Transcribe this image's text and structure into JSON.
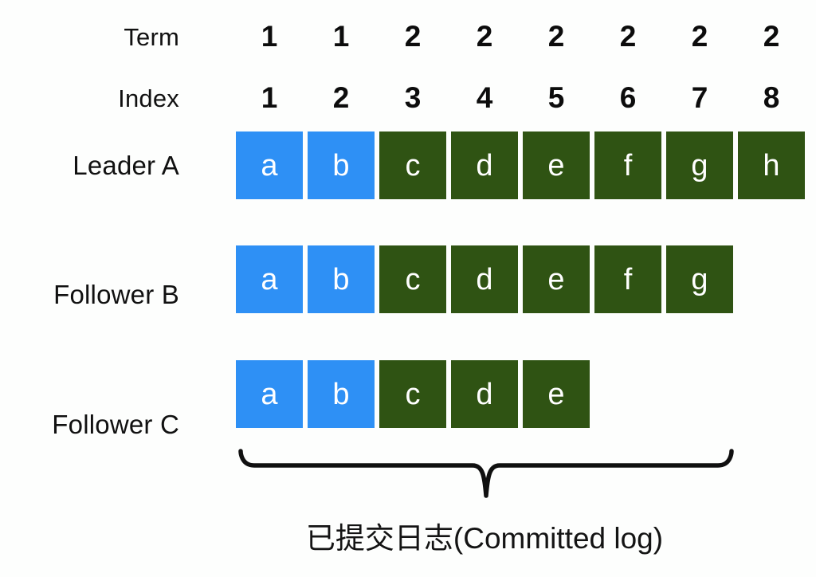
{
  "diagram": {
    "title": "Raft committed log diagram",
    "background_color": "#fdfefd",
    "colors": {
      "term1": "#2e90f5",
      "term2": "#2f5313",
      "entry_text": "#ffffff",
      "label_text": "#111111",
      "brace": "#101010"
    },
    "header_labels": {
      "term": "Term",
      "index": "Index"
    },
    "term_row": [
      "1",
      "1",
      "2",
      "2",
      "2",
      "2",
      "2",
      "2"
    ],
    "index_row": [
      "1",
      "2",
      "3",
      "4",
      "5",
      "6",
      "7",
      "8"
    ],
    "nodes": [
      {
        "label": "Leader A",
        "entries": [
          {
            "value": "a",
            "term": 1
          },
          {
            "value": "b",
            "term": 1
          },
          {
            "value": "c",
            "term": 2
          },
          {
            "value": "d",
            "term": 2
          },
          {
            "value": "e",
            "term": 2
          },
          {
            "value": "f",
            "term": 2
          },
          {
            "value": "g",
            "term": 2
          },
          {
            "value": "h",
            "term": 2
          }
        ]
      },
      {
        "label": "Follower B",
        "entries": [
          {
            "value": "a",
            "term": 1
          },
          {
            "value": "b",
            "term": 1
          },
          {
            "value": "c",
            "term": 2
          },
          {
            "value": "d",
            "term": 2
          },
          {
            "value": "e",
            "term": 2
          },
          {
            "value": "f",
            "term": 2
          },
          {
            "value": "g",
            "term": 2
          }
        ]
      },
      {
        "label": "Follower C",
        "entries": [
          {
            "value": "a",
            "term": 1
          },
          {
            "value": "b",
            "term": 1
          },
          {
            "value": "c",
            "term": 2
          },
          {
            "value": "d",
            "term": 2
          },
          {
            "value": "e",
            "term": 2
          }
        ]
      }
    ],
    "brace": {
      "caption": "已提交日志(Committed log)",
      "covers_index_from": "1",
      "covers_index_to": "7"
    }
  }
}
